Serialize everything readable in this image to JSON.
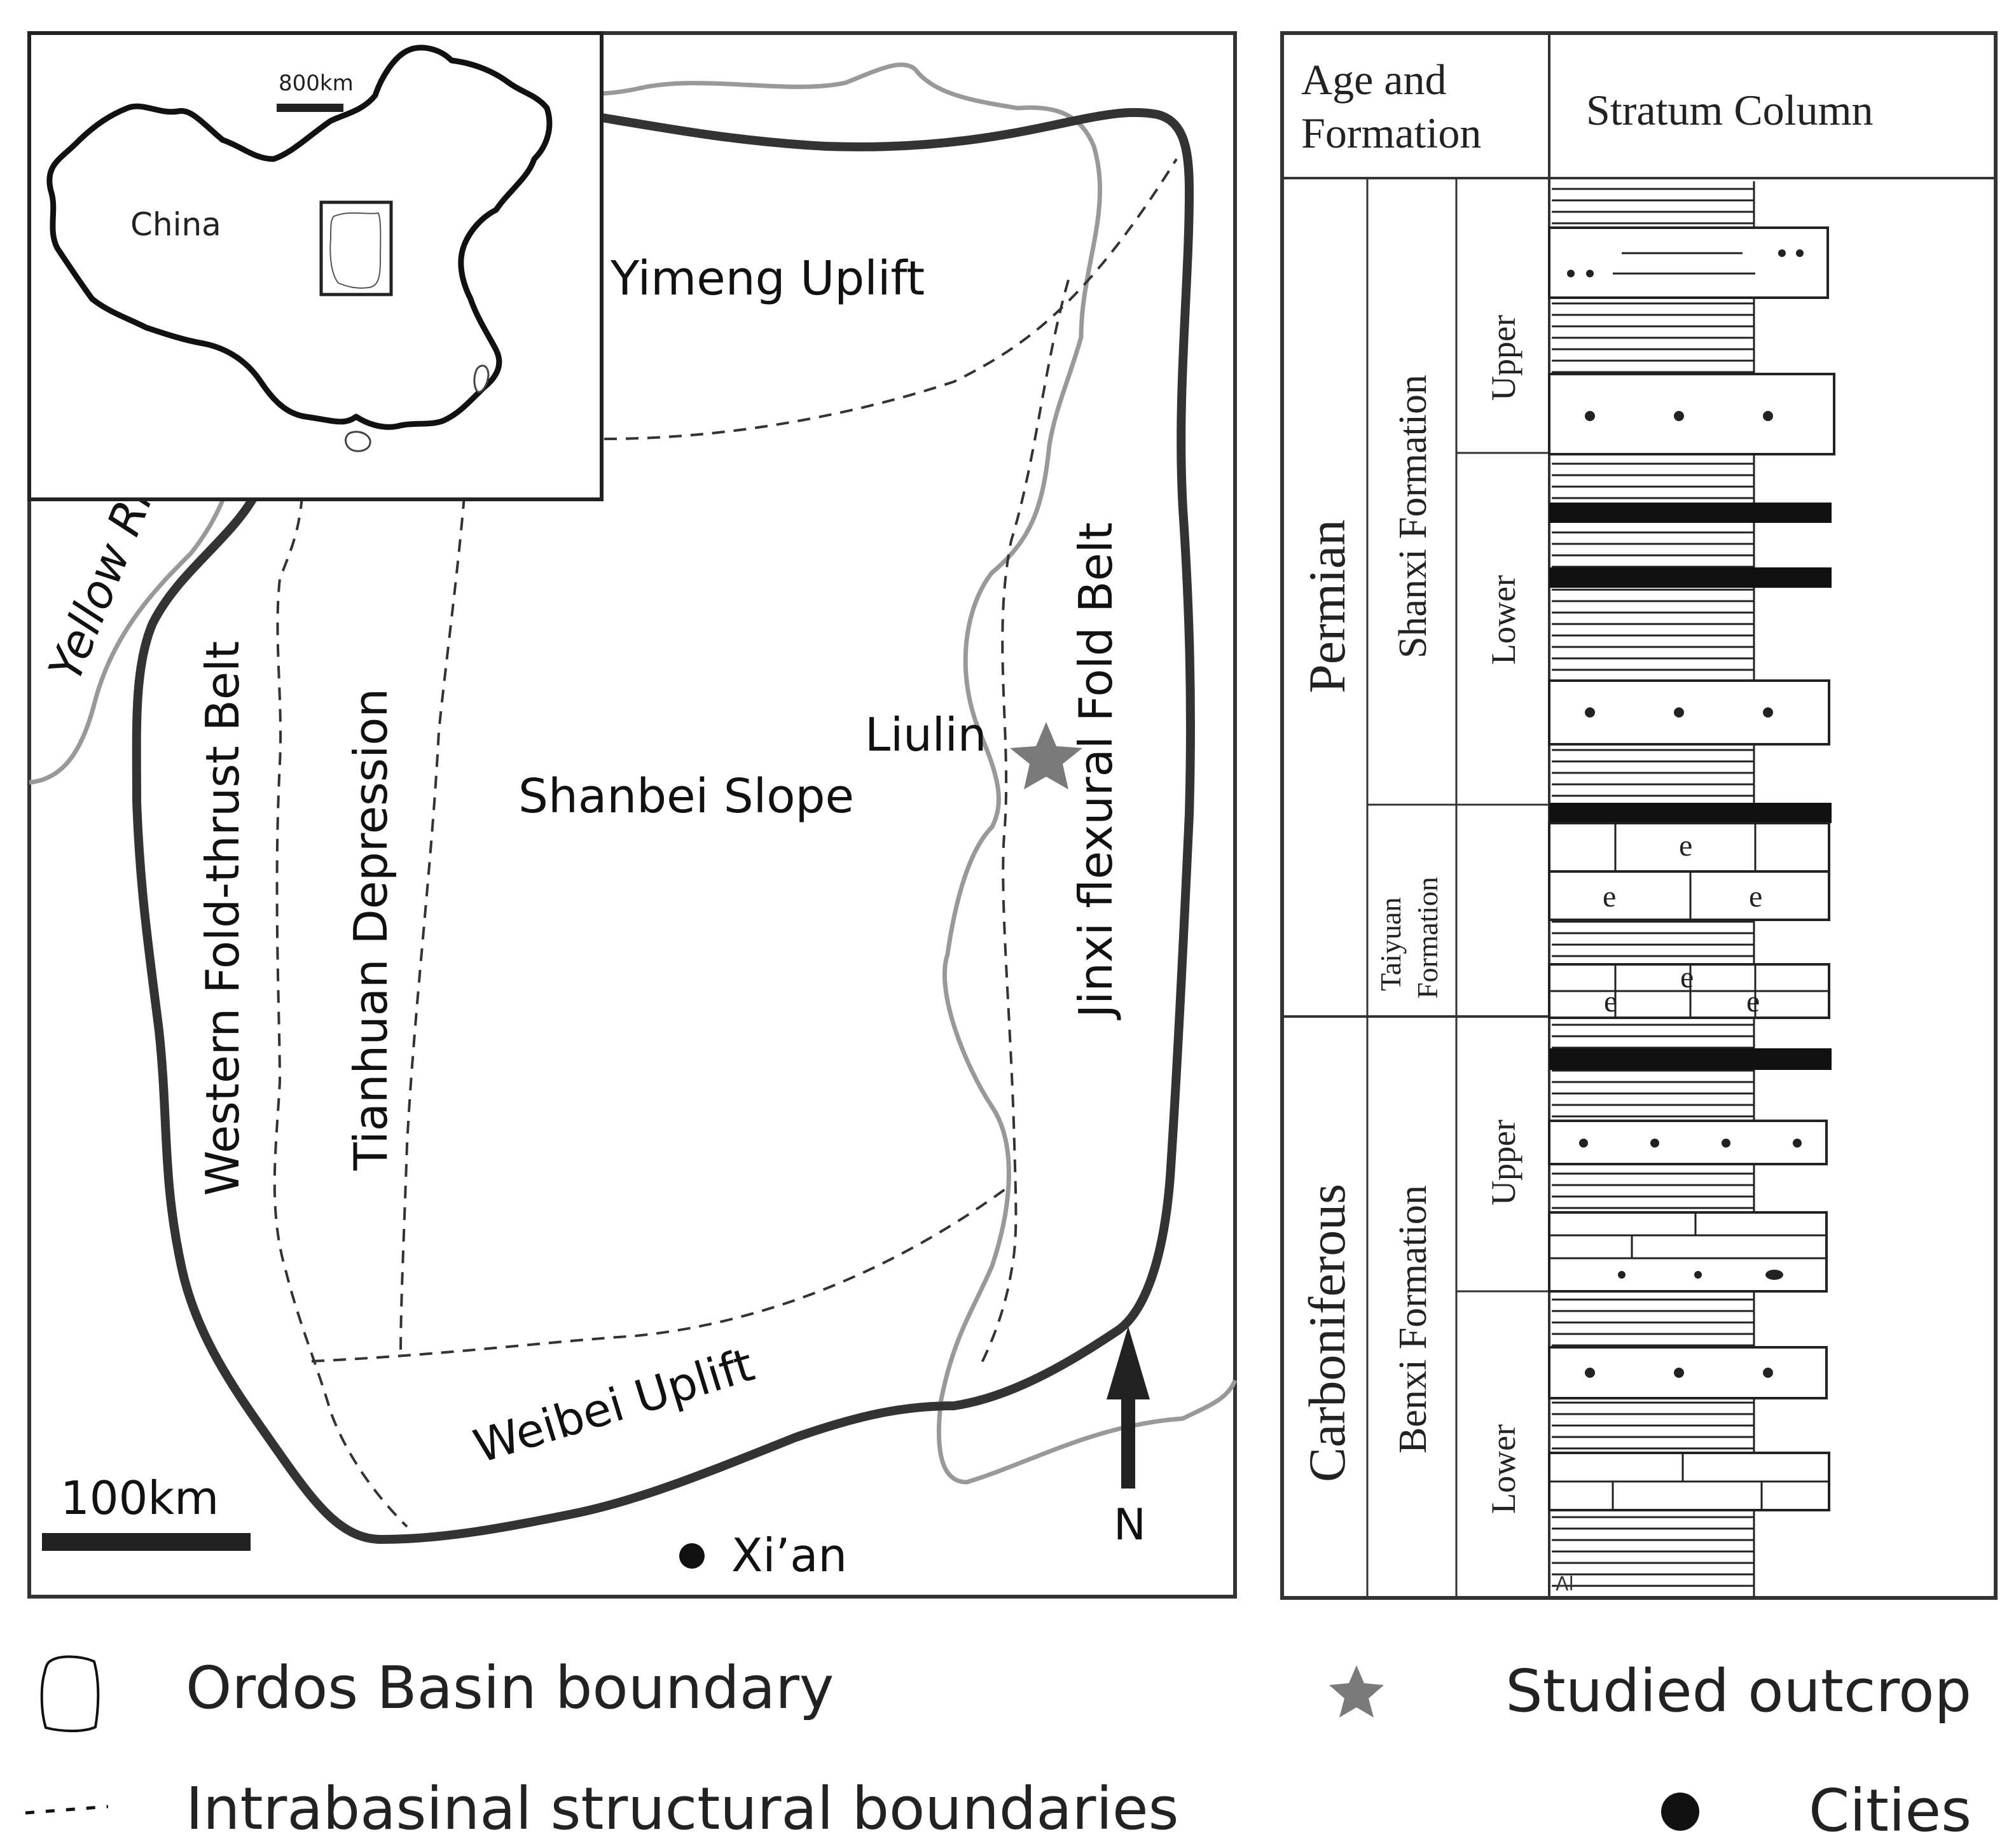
{
  "map": {
    "inset": {
      "scale_label": "800km",
      "country_label": "China"
    },
    "regions": {
      "yimeng": "Yimeng Uplift",
      "shanbei": "Shanbei Slope",
      "western": "Western Fold-thrust Belt",
      "tianhuan": "Tianhuan Depression",
      "jinxi": "Jinxi flexural Fold Belt",
      "weibei": "Weibei Uplift"
    },
    "river_label": "Yellow Ri",
    "outcrop_label": "Liulin",
    "city_label": "Xi’an",
    "scale_label": "100km",
    "north_label": "N"
  },
  "column": {
    "header_age": [
      "Age and",
      "Formation"
    ],
    "header_stratum": "Stratum Column",
    "periods": [
      "Permian",
      "Carboniferous"
    ],
    "formations": [
      "Shanxi  Formation",
      "Taiyuan",
      "Formation",
      "Benxi  Formation"
    ],
    "members": [
      "Upper",
      "Lower",
      "Upper",
      "Lower"
    ],
    "limestone_symbol": "e",
    "al_label": "Al"
  },
  "legend": {
    "basin_boundary": "Ordos Basin boundary",
    "structural_boundaries": "Intrabasinal structural boundaries",
    "outcrop": "Studied outcrop",
    "cities": "Cities"
  }
}
